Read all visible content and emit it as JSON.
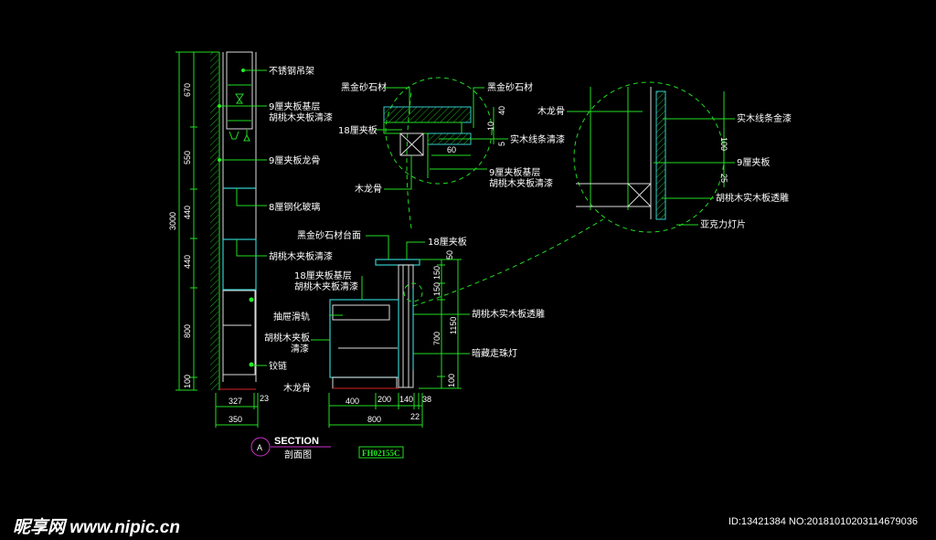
{
  "left_cabinet": {
    "labels": [
      "不锈钢吊架",
      "9厘夹板基层",
      "胡桃木夹板清漆",
      "9厘夹板龙骨",
      "8厘钢化玻璃",
      "胡桃木夹板清漆",
      "抽屉滑轨",
      "胡桃木夹板",
      "清漆",
      "铰链",
      "木龙骨"
    ],
    "dims_vertical": [
      "670",
      "550",
      "440",
      "440",
      "800",
      "100"
    ],
    "dim_total": "3000",
    "dims_bottom": [
      "327",
      "23",
      "350"
    ]
  },
  "counter": {
    "labels": [
      "黑金砂石材台面",
      "18厘夹板",
      "18厘夹板基层",
      "胡桃木夹板清漆",
      "胡桃木实木板透雕",
      "暗藏走珠灯"
    ],
    "dims_vertical": [
      "50",
      "150",
      "150",
      "700",
      "100"
    ],
    "dim_total": "1150",
    "dims_bottom": [
      "400",
      "200",
      "140",
      "38",
      "22",
      "800"
    ]
  },
  "detail1": {
    "labels": [
      "黑金砂石材",
      "黑金砂石材",
      "18厘夹板",
      "实木线条清漆",
      "9厘夹板基层",
      "胡桃木夹板清漆",
      "木龙骨"
    ],
    "dims": [
      "40",
      "10",
      "5",
      "60"
    ]
  },
  "detail2": {
    "labels": [
      "木龙骨",
      "实木线条金漆",
      "9厘夹板",
      "胡桃木实木板透雕",
      "亚克力灯片"
    ],
    "dims": [
      "100",
      "25"
    ]
  },
  "title": {
    "marker": "A",
    "section": "SECTION",
    "subtitle": "剖面图",
    "code": "FH02155C"
  },
  "watermark": {
    "logo": "昵享网 www.nipic.cn",
    "id": "ID:13421384 NO:20181010203114679036"
  },
  "colors": {
    "line": "#22dd22",
    "cyan": "#33cccc",
    "marker": "#cc33cc"
  }
}
